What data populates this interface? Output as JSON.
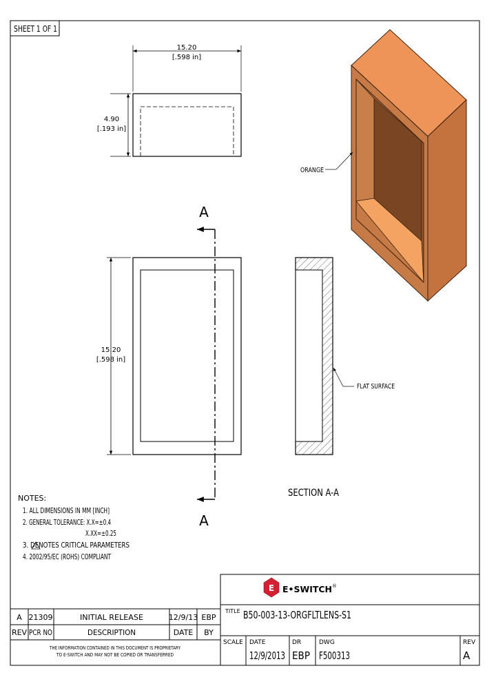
{
  "sheet_label": "SHEET 1 OF 1",
  "dimensions": {
    "top_width": {
      "mm": "15.20",
      "inch": "[.598 in]"
    },
    "side_height": {
      "mm": "4.90",
      "inch": "[.193 in]"
    },
    "front_height": {
      "mm": "15.20",
      "inch": "[.598 in]"
    }
  },
  "section_marker": "A",
  "section_title": "SECTION A-A",
  "callouts": {
    "orange": "ORANGE",
    "flat_surface": "FLAT SURFACE"
  },
  "colors": {
    "lens_front": "#F0955A",
    "lens_side": "#C87843",
    "lens_inner_wall": "#C8804A",
    "lens_back": "#7A4522",
    "lens_bottom": "#F4A362"
  },
  "notes": {
    "heading": "NOTES:",
    "n1": "1.  ALL DIMENSIONS IN MM [INCH]",
    "n2": "2.  GENERAL TOLERANCE: X.X=±0.4",
    "n2b": "X.XX=±0.25",
    "n3": "3.     DENOTES CRITICAL PARAMETERS",
    "n4": "4. 2002/95/EC (ROHS) COMPLIANT"
  },
  "company": {
    "name": "E•SWITCH",
    "registered": "®"
  },
  "title_block": {
    "title_label": "TITLE",
    "title_value": "B50-003-13-ORGFLTLENS-S1",
    "scale_label": "SCALE",
    "date_label": "DATE",
    "date_value": "12/9/2013",
    "dr_label": "DR",
    "dr_value": "EBP",
    "dwg_label": "DWG",
    "dwg_value": "F500313",
    "rev_label": "REV",
    "rev_value": "A"
  },
  "revision_table": {
    "row": {
      "rev": "A",
      "pcr": "21309",
      "description": "INITIAL RELEASE",
      "date": "12/9/13",
      "by": "EBP"
    },
    "headers": {
      "rev": "REV",
      "pcr": "PCR NO",
      "description": "DESCRIPTION",
      "date": "DATE",
      "by": "BY"
    }
  },
  "proprietary": {
    "line1": "THE INFORMATION CONTAINED IN THIS DOCUMENT IS PROPRIETARY",
    "line2": "TO E-SWITCH AND MAY NOT BE COPIED OR TRANSFERRED"
  }
}
